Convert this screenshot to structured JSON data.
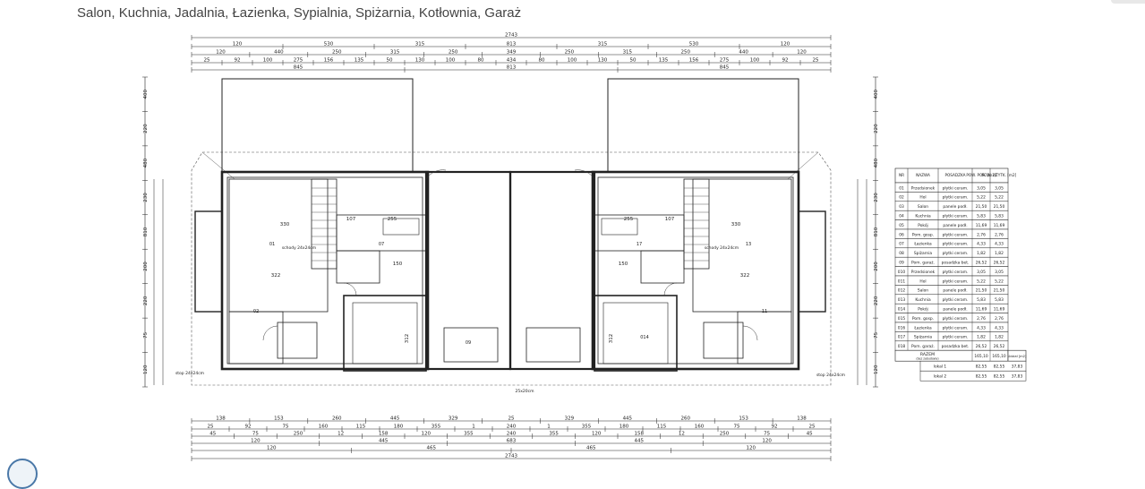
{
  "page": {
    "title": "Salon, Kuchnia, Jadalnia, Łazienka, Sypialnia, Spiżarnia, Kotłownia, Garaż"
  },
  "dims": {
    "total": "2743",
    "top_row1": [
      "120",
      "530",
      "315",
      "813",
      "315",
      "530",
      "120"
    ],
    "top_row2": [
      "120",
      "440",
      "250",
      "315",
      "250",
      "349",
      "250",
      "315",
      "250",
      "440",
      "120"
    ],
    "top_row3": [
      "25",
      "92",
      "100",
      "275",
      "156",
      "135",
      "50",
      "130",
      "100",
      "80",
      "434",
      "80",
      "100",
      "130",
      "50",
      "135",
      "156",
      "275",
      "100",
      "92",
      "25"
    ],
    "top_row4": [
      "845",
      "813",
      "845"
    ],
    "bot_row1": [
      "138",
      "153",
      "260",
      "445",
      "329",
      "25",
      "329",
      "445",
      "260",
      "153",
      "138"
    ],
    "bot_row2": [
      "25",
      "92",
      "75",
      "160",
      "115",
      "180",
      "355",
      "1",
      "240",
      "1",
      "355",
      "180",
      "115",
      "160",
      "75",
      "92",
      "25"
    ],
    "bot_row3": [
      "45",
      "75",
      "250",
      "12",
      "158",
      "120",
      "355",
      "240",
      "355",
      "120",
      "158",
      "12",
      "250",
      "75",
      "45"
    ],
    "bot_row4": [
      "120",
      "445",
      "683",
      "445",
      "120"
    ],
    "bot_row5": [
      "120",
      "465",
      "465",
      "120"
    ],
    "left": [
      "400",
      "220",
      "480",
      "230",
      "810",
      "200",
      "220",
      "75",
      "120"
    ],
    "right": [
      "400",
      "220",
      "480",
      "230",
      "810",
      "200",
      "220",
      "75",
      "120"
    ]
  },
  "labels": {
    "unit_left": {
      "r330": "330",
      "r322": "322",
      "r107": "107",
      "r255": "255",
      "r150": "150",
      "r312": "312",
      "room_a": "01",
      "room_b": "02",
      "stair": "schody 24x24cm",
      "wc": "07",
      "garage_l": "09"
    },
    "unit_right": {
      "r330": "330",
      "r322": "322",
      "r107": "107",
      "r255": "255",
      "r150": "150",
      "r312": "312",
      "room_a": "13",
      "room_b": "11",
      "stair": "schody 24x24cm",
      "wc": "17",
      "garage_r": "014"
    },
    "door": "25x20cm",
    "step_l": "stop 24x24cm",
    "step_r": "stop 24x24cm"
  },
  "table": {
    "headers": [
      "NR",
      "NAZWA",
      "POSADZKA",
      "POW. POS. [m2]",
      "POW. UŻYTK. [m2]"
    ],
    "rows": [
      [
        "01",
        "Przedsionek",
        "płytki ceram.",
        "3,05",
        "3,05"
      ],
      [
        "02",
        "Hol",
        "płytki ceram.",
        "5,22",
        "5,22"
      ],
      [
        "03",
        "Salon",
        "panele podł.",
        "21,50",
        "21,50"
      ],
      [
        "04",
        "Kuchnia",
        "płytki ceram.",
        "5,83",
        "5,83"
      ],
      [
        "05",
        "Pokój",
        "panele podł.",
        "11,69",
        "11,69"
      ],
      [
        "06",
        "Pom. gosp.",
        "płytki ceram.",
        "2,76",
        "2,76"
      ],
      [
        "07",
        "Łazienka",
        "płytki ceram.",
        "4,33",
        "4,33"
      ],
      [
        "08",
        "Spiżarnia",
        "płytki ceram.",
        "1,82",
        "1,82"
      ],
      [
        "09",
        "Pom. garaż.",
        "posadzka bet.",
        "26,52",
        "26,52"
      ],
      [
        "010",
        "Przedsionek",
        "płytki ceram.",
        "3,05",
        "3,05"
      ],
      [
        "011",
        "Hol",
        "płytki ceram.",
        "5,22",
        "5,22"
      ],
      [
        "012",
        "Salon",
        "panele podł.",
        "21,50",
        "21,50"
      ],
      [
        "013",
        "Kuchnia",
        "płytki ceram.",
        "5,83",
        "5,83"
      ],
      [
        "014",
        "Pokój",
        "panele podł.",
        "11,69",
        "11,69"
      ],
      [
        "015",
        "Pom. gosp.",
        "płytki ceram.",
        "2,76",
        "2,76"
      ],
      [
        "016",
        "Łazienka",
        "płytki ceram.",
        "4,33",
        "4,33"
      ],
      [
        "017",
        "Spiżarnia",
        "płytki ceram.",
        "1,82",
        "1,82"
      ],
      [
        "018",
        "Pom. garaż.",
        "posadzka bet.",
        "26,52",
        "26,52"
      ]
    ],
    "total_label": "RAZEM",
    "total_sub": "(bez zabudowy)",
    "total": [
      "165,10",
      "165,10"
    ],
    "units": [
      [
        "lokal 1",
        "82,55",
        "82,55",
        "37,83"
      ],
      [
        "lokal 2",
        "82,55",
        "82,55",
        "37,83"
      ]
    ],
    "units_head": "Udział [m2]"
  }
}
